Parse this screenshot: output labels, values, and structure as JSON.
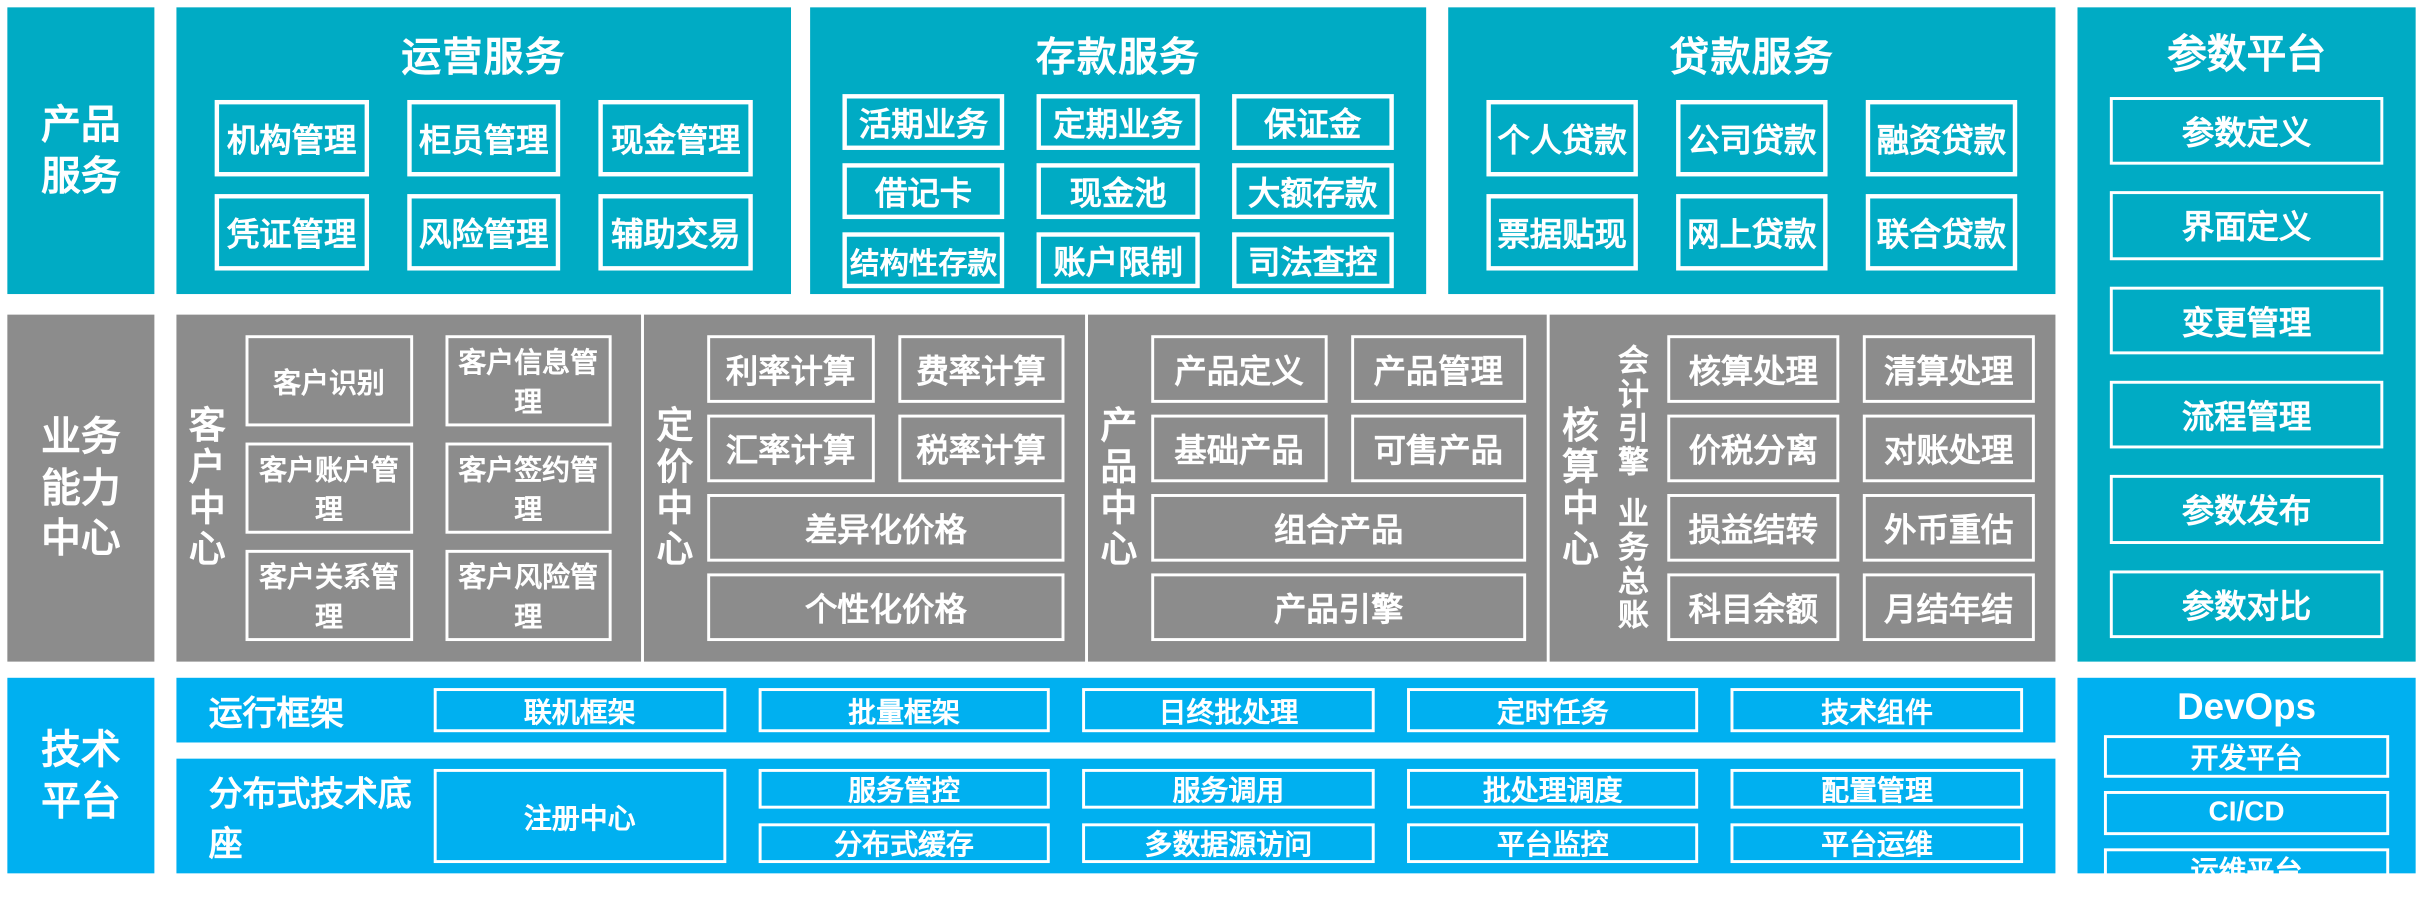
{
  "bands": {
    "product_service": {
      "label": "产品\n服务",
      "color": "#00abc4",
      "groups": [
        {
          "title": "运营服务",
          "rows": [
            [
              "机构管理",
              "柜员管理",
              "现金管理"
            ],
            [
              "凭证管理",
              "风险管理",
              "辅助交易"
            ]
          ]
        },
        {
          "title": "存款服务",
          "rows": [
            [
              "活期业务",
              "定期业务",
              "保证金"
            ],
            [
              "借记卡",
              "现金池",
              "大额存款"
            ],
            [
              "结构性存款",
              "账户限制",
              "司法查控"
            ]
          ]
        },
        {
          "title": "贷款服务",
          "rows": [
            [
              "个人贷款",
              "公司贷款",
              "融资贷款"
            ],
            [
              "票据贴现",
              "网上贷款",
              "联合贷款"
            ]
          ]
        }
      ]
    },
    "business_capability": {
      "label": "业务\n能力\n中心",
      "color": "#8c8c8c",
      "centers": [
        {
          "name": "客户中心",
          "sublabels": [],
          "rows": [
            [
              "客户识别",
              "客户信息管理"
            ],
            [
              "客户账户管理",
              "客户签约管理"
            ],
            [
              "客户关系管理",
              "客户风险管理"
            ]
          ]
        },
        {
          "name": "定价中心",
          "sublabels": [],
          "rows": [
            [
              "利率计算",
              "费率计算"
            ],
            [
              "汇率计算",
              "税率计算"
            ],
            [
              "差异化价格"
            ],
            [
              "个性化价格"
            ]
          ]
        },
        {
          "name": "产品中心",
          "sublabels": [],
          "rows": [
            [
              "产品定义",
              "产品管理"
            ],
            [
              "基础产品",
              "可售产品"
            ],
            [
              "组合产品"
            ],
            [
              "产品引擎"
            ]
          ]
        },
        {
          "name": "核算中心",
          "sublabels": [
            "会计引擎",
            "业务总账"
          ],
          "rows": [
            [
              "核算处理",
              "清算处理"
            ],
            [
              "价税分离",
              "对账处理"
            ],
            [
              "损益结转",
              "外币重估"
            ],
            [
              "科目余额",
              "月结年结"
            ]
          ]
        }
      ]
    },
    "tech_platform": {
      "label": "技术\n平台",
      "color": "#00b0f0",
      "rows": [
        {
          "label": "运行框架",
          "columns": [
            [
              "联机框架"
            ],
            [
              "批量框架"
            ],
            [
              "日终批处理"
            ],
            [
              "定时任务"
            ],
            [
              "技术组件"
            ]
          ]
        },
        {
          "label": "分布式技术底座",
          "columns": [
            [
              "注册中心"
            ],
            [
              "服务管控",
              "分布式缓存"
            ],
            [
              "服务调用",
              "多数据源访问"
            ],
            [
              "批处理调度",
              "平台监控"
            ],
            [
              "配置管理",
              "平台运维"
            ]
          ]
        }
      ]
    }
  },
  "side": {
    "param_platform": {
      "title": "参数平台",
      "color": "#00abc4",
      "items": [
        "参数定义",
        "界面定义",
        "变更管理",
        "流程管理",
        "参数发布",
        "参数对比"
      ]
    },
    "devops": {
      "title": "DevOps",
      "color": "#00b0f0",
      "items": [
        "开发平台",
        "CI/CD",
        "运维平台"
      ]
    }
  }
}
